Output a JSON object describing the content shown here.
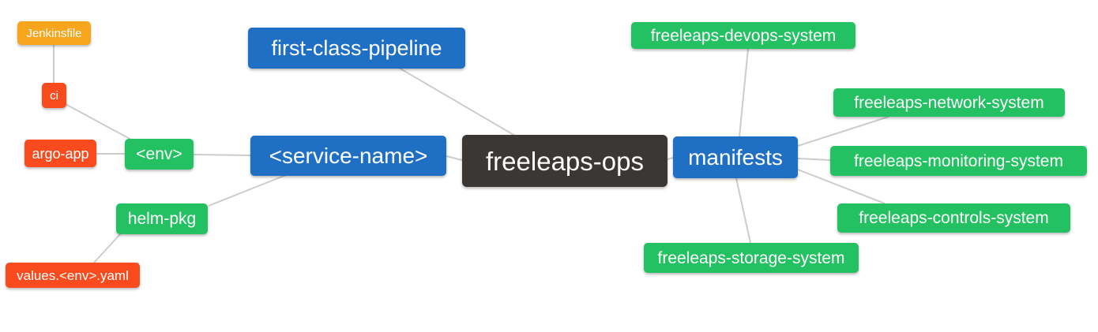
{
  "diagram": {
    "type": "mindmap",
    "root_label": "freeleaps-ops",
    "palette": {
      "blue": "#1f70c5",
      "green": "#23c162",
      "orange": "#f7a51d",
      "red": "#f94b1d",
      "dark": "#3b3734",
      "edge": "#cccccc",
      "text": "#ffffff",
      "background": "#ffffff"
    },
    "nodes": [
      {
        "id": "jenkinsfile",
        "label": "Jenkinsfile",
        "color": "#f7a51d"
      },
      {
        "id": "ci",
        "label": "ci",
        "color": "#f94b1d"
      },
      {
        "id": "argo-app",
        "label": "argo-app",
        "color": "#f94b1d"
      },
      {
        "id": "env",
        "label": "<env>",
        "color": "#23c162"
      },
      {
        "id": "helm-pkg",
        "label": "helm-pkg",
        "color": "#23c162"
      },
      {
        "id": "values-env-yaml",
        "label": "values.<env>.yaml",
        "color": "#f94b1d"
      },
      {
        "id": "first-class-pipeline",
        "label": "first-class-pipeline",
        "color": "#1f70c5"
      },
      {
        "id": "service-name",
        "label": "<service-name>",
        "color": "#1f70c5"
      },
      {
        "id": "freeleaps-ops",
        "label": "freeleaps-ops",
        "color": "#3b3734"
      },
      {
        "id": "manifests",
        "label": "manifests",
        "color": "#1f70c5"
      },
      {
        "id": "devops-system",
        "label": "freeleaps-devops-system",
        "color": "#23c162"
      },
      {
        "id": "network-system",
        "label": "freeleaps-network-system",
        "color": "#23c162"
      },
      {
        "id": "monitoring-system",
        "label": "freeleaps-monitoring-system",
        "color": "#23c162"
      },
      {
        "id": "controls-system",
        "label": "freeleaps-controls-system",
        "color": "#23c162"
      },
      {
        "id": "storage-system",
        "label": "freeleaps-storage-system",
        "color": "#23c162"
      }
    ],
    "edges": [
      {
        "from": "jenkinsfile",
        "to": "ci"
      },
      {
        "from": "ci",
        "to": "env"
      },
      {
        "from": "argo-app",
        "to": "env"
      },
      {
        "from": "env",
        "to": "service-name"
      },
      {
        "from": "helm-pkg",
        "to": "service-name"
      },
      {
        "from": "values-env-yaml",
        "to": "helm-pkg"
      },
      {
        "from": "first-class-pipeline",
        "to": "freeleaps-ops"
      },
      {
        "from": "service-name",
        "to": "freeleaps-ops"
      },
      {
        "from": "freeleaps-ops",
        "to": "manifests"
      },
      {
        "from": "manifests",
        "to": "devops-system"
      },
      {
        "from": "manifests",
        "to": "network-system"
      },
      {
        "from": "manifests",
        "to": "monitoring-system"
      },
      {
        "from": "manifests",
        "to": "controls-system"
      },
      {
        "from": "manifests",
        "to": "storage-system"
      }
    ]
  }
}
